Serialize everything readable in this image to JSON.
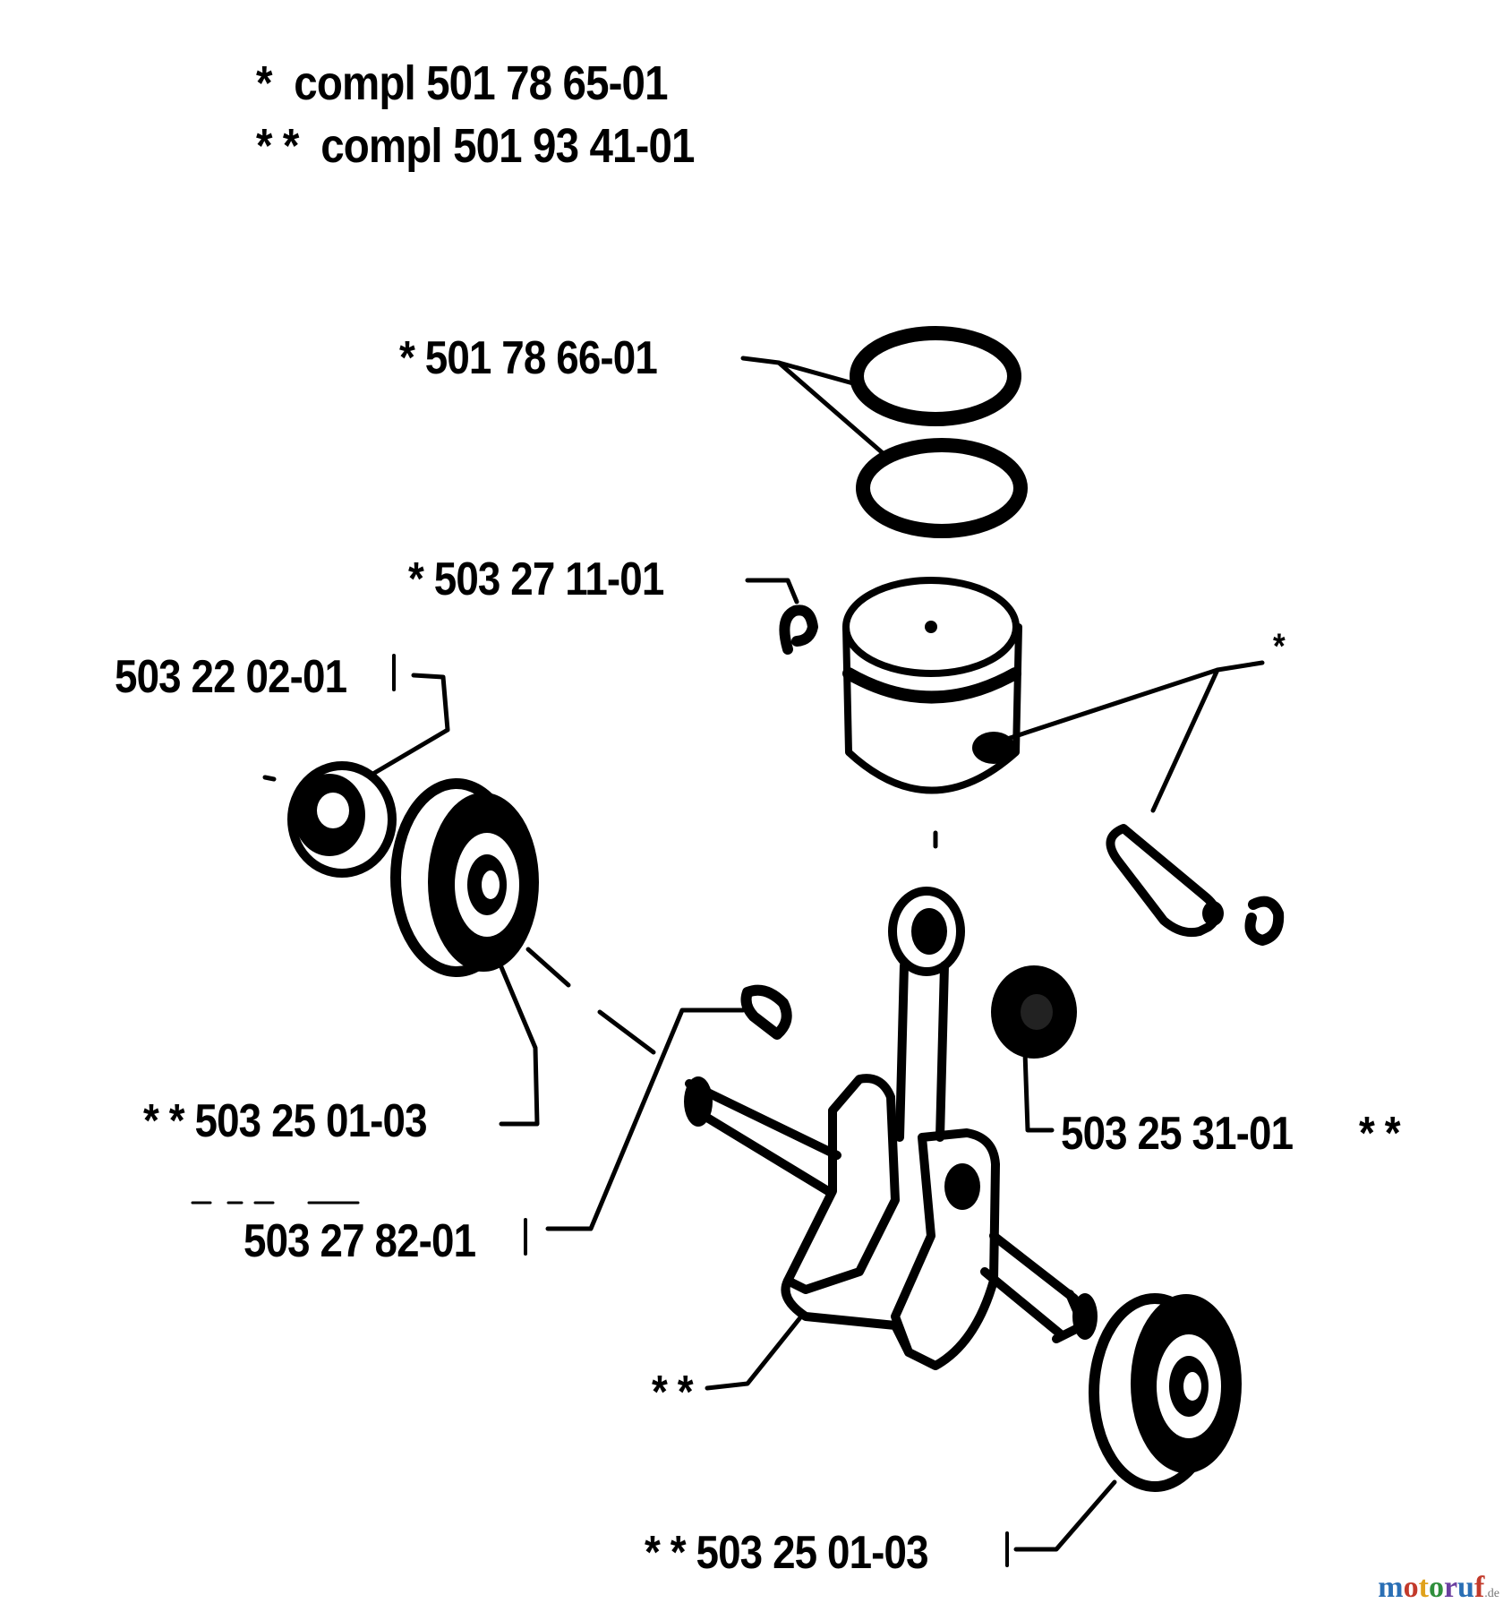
{
  "legend": [
    {
      "marker": "*",
      "text": "compl 501 78 65-01"
    },
    {
      "marker": "* *",
      "text": "compl 501 93 41-01"
    }
  ],
  "labels": {
    "piston_rings": "* 501 78 66-01",
    "piston": "* 503 27 11-01",
    "seal_left": "503 22 02-01",
    "bearing_left": "* * 503 25 01-03",
    "key_clip": "503 27 82-01",
    "seal_right": "503 25 31-01",
    "seal_right_marker": "* *",
    "piston_pin_marker": "*",
    "crankshaft_marker": "* *",
    "bearing_right": "* * 503 25 01-03"
  },
  "watermark": {
    "text": "motoruf",
    "suffix": ".de",
    "letter_colors": [
      "#2a6fb5",
      "#c23a2b",
      "#e0a21c",
      "#2f8f3c",
      "#6b3fa0",
      "#2a6fb5",
      "#c23a2b"
    ]
  }
}
